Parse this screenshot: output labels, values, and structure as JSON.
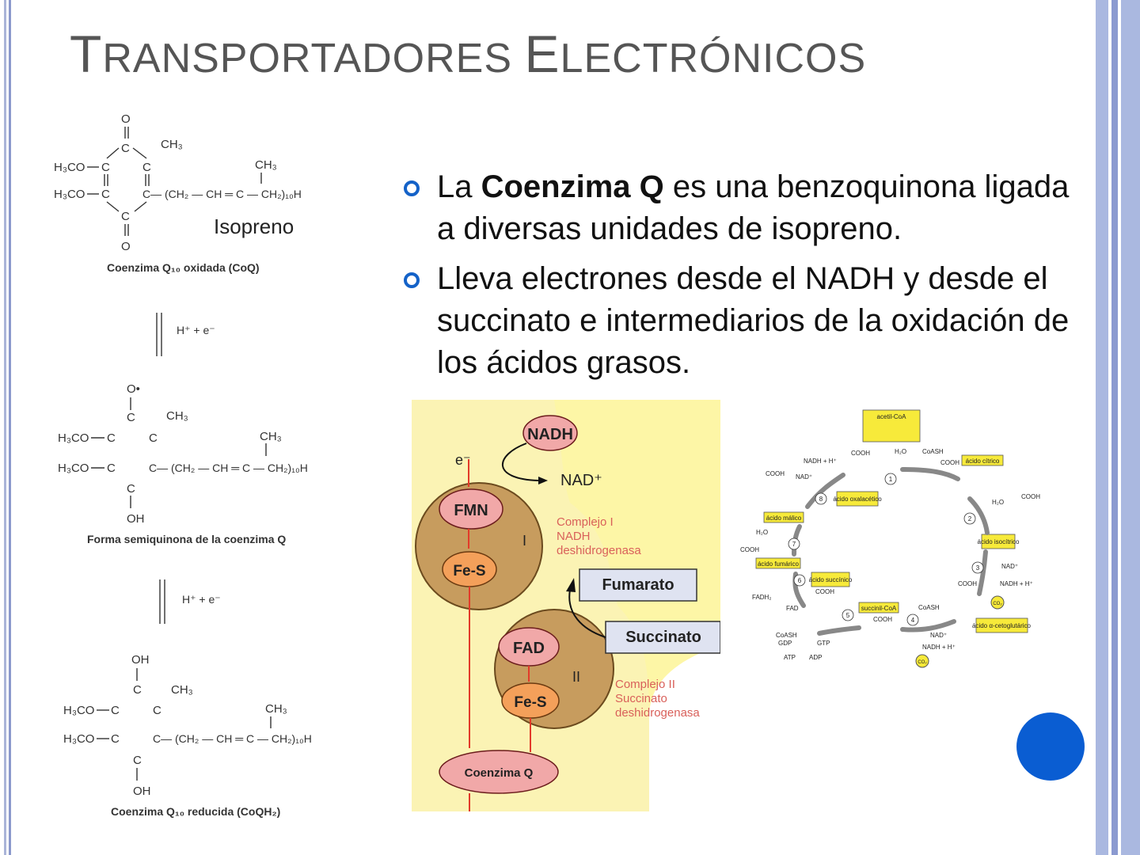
{
  "slide": {
    "title_cap1": "T",
    "title_rest1": "RANSPORTADORES ",
    "title_cap2": "E",
    "title_rest2": "LECTRÓNICOS"
  },
  "bullets": [
    {
      "pre": "La ",
      "bold": "Coenzima Q",
      "post": " es una benzoquinona ligada a diversas unidades de isopreno."
    },
    {
      "pre": "Lleva electrones desde el NADH y desde el succinato e intermediarios de la oxidación de los ácidos grasos.",
      "bold": "",
      "post": ""
    }
  ],
  "chem": {
    "o": "O",
    "oh": "OH",
    "o_rad": "O•",
    "ch3": "CH₃",
    "h3co": "H₃CO",
    "c": "C",
    "chain": "C— (CH₂ — CH ═ C — CH₂)₁₀H",
    "isoprene": "Isopreno",
    "caption1": "Coenzima Q₁₀ oxidada (CoQ)",
    "caption2": "Forma semiquinona de la coenzima Q",
    "caption3": "Coenzima Q₁₀ reducida (CoQH₂)",
    "step": "H⁺ + e⁻"
  },
  "etc": {
    "nadh": "NADH",
    "e": "e⁻",
    "nad": "NAD⁺",
    "fmn": "FMN",
    "fes1": "Fe-S",
    "roman1": "I",
    "complex1_line1": "Complejo I",
    "complex1_line2": "NADH",
    "complex1_line3": "deshidrogenasa",
    "fumarato": "Fumarato",
    "succinato": "Succinato",
    "fad": "FAD",
    "fes2": "Fe-S",
    "roman2": "II",
    "complex2_line1": "Complejo II",
    "complex2_line2": "Succinato",
    "complex2_line3": "deshidrogenasa",
    "coq": "Coenzima Q"
  },
  "krebs": {
    "acetil": "acetil-CoA",
    "citrico": "ácido cítrico",
    "isocitrico": "ácido isocítrico",
    "cetoglutarico": "ácido α-cetoglutárico",
    "succinilcoa": "succinil-CoA",
    "succinico": "ácido succínico",
    "fumarico": "ácido fumárico",
    "malico": "ácido málico",
    "oxalacetico": "ácido oxalacético",
    "nadh": "NADH + H⁺",
    "nad": "NAD⁺",
    "co2": "CO₂",
    "fadh2": "FADH₂",
    "fad": "FAD",
    "h2o": "H₂O",
    "coash": "CoASH",
    "gtp": "GTP",
    "gdp": "GDP",
    "atp": "ATP",
    "adp": "ADP",
    "cooh": "COOH",
    "steps": [
      "1",
      "2",
      "3",
      "4",
      "5",
      "6",
      "7",
      "8"
    ]
  },
  "colors": {
    "accent": "#1462c8",
    "button": "#0a5dd2",
    "nadh_fill": "#f1a8a8",
    "fes_fill": "#f4a05a",
    "complex_fill": "#c79c5e",
    "membrane": "#fdf6a6",
    "label_yellow": "#f7ea3a"
  }
}
